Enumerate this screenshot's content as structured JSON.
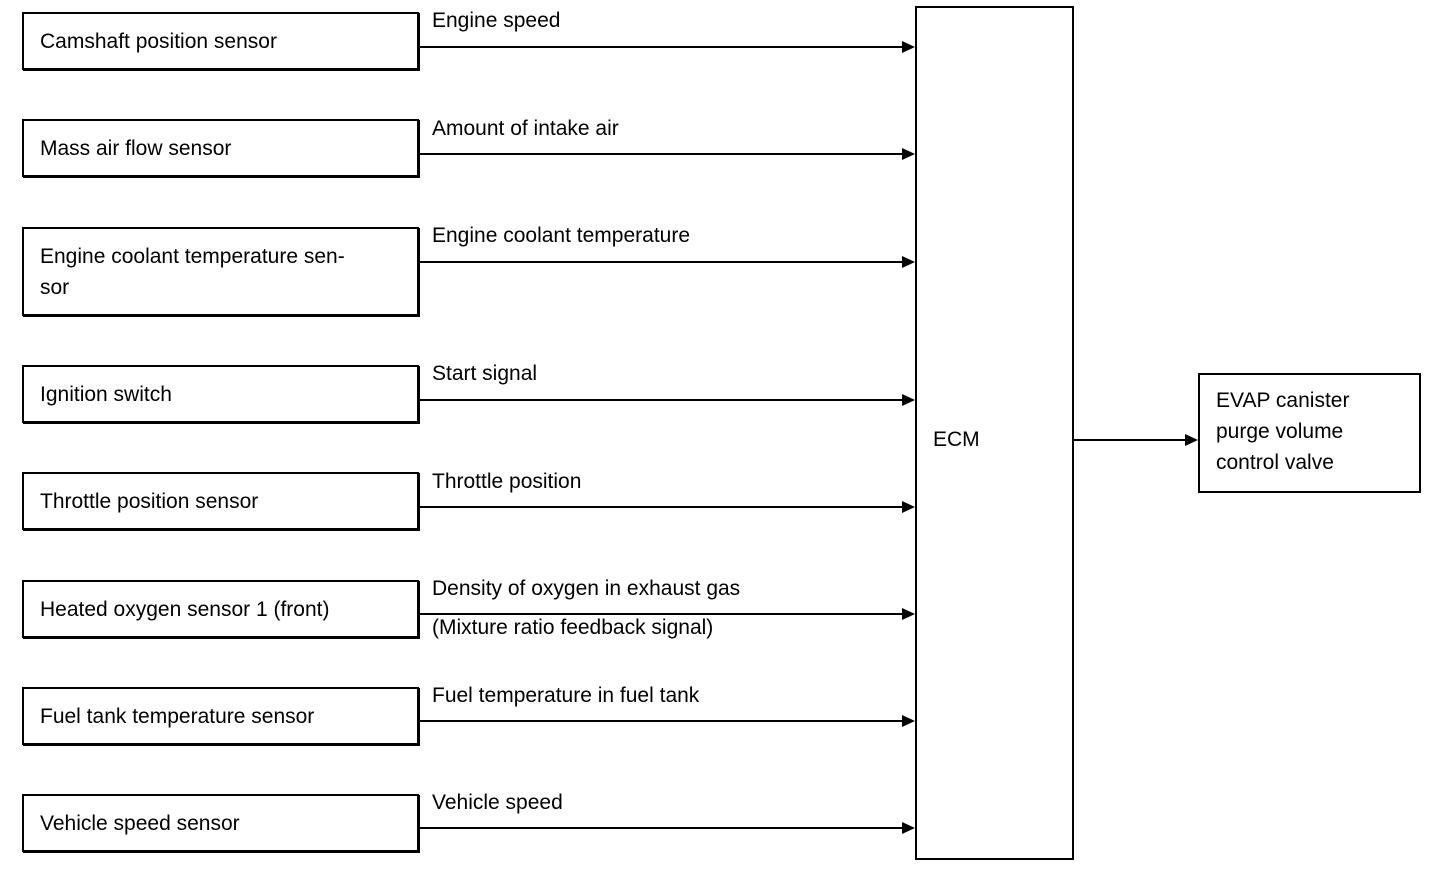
{
  "sensors": [
    {
      "label": "Camshaft position sensor",
      "signal": "Engine speed"
    },
    {
      "label": "Mass air flow sensor",
      "signal": "Amount of intake air"
    },
    {
      "label_lines": [
        "Engine coolant temperature sen-",
        "sor"
      ],
      "signal": "Engine coolant temperature"
    },
    {
      "label": "Ignition switch",
      "signal": "Start signal"
    },
    {
      "label": "Throttle position sensor",
      "signal": "Throttle position"
    },
    {
      "label": "Heated oxygen sensor 1 (front)",
      "signal": "Density of oxygen in exhaust gas",
      "signal2": "(Mixture ratio feedback signal)"
    },
    {
      "label": "Fuel tank temperature sensor",
      "signal": "Fuel temperature in fuel tank"
    },
    {
      "label": "Vehicle speed sensor",
      "signal": "Vehicle speed"
    }
  ],
  "ecm": {
    "label": "ECM"
  },
  "output": {
    "label_lines": [
      "EVAP canister",
      "purge volume",
      "control valve"
    ]
  }
}
